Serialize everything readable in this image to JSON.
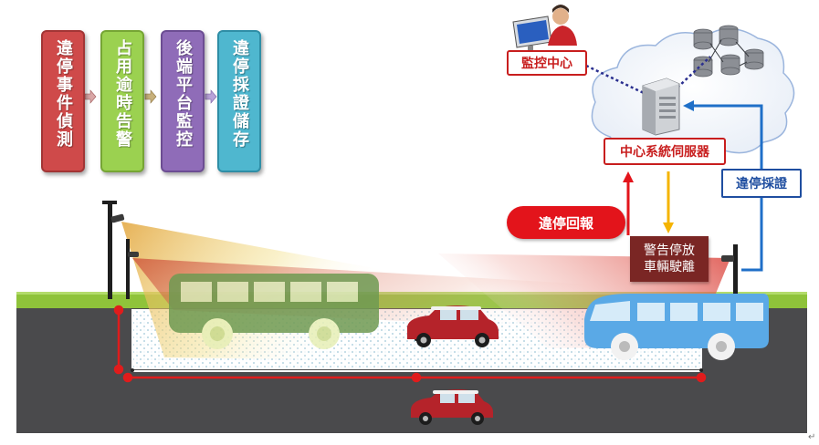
{
  "flow_steps": [
    {
      "label": "違停事件偵測",
      "color": "#cf4a4a",
      "border": "#a23535"
    },
    {
      "label": "占用逾時告警",
      "color": "#9bd150",
      "border": "#76a534"
    },
    {
      "label": "後端平台監控",
      "color": "#8f6cb8",
      "border": "#6c4d93"
    },
    {
      "label": "違停採證儲存",
      "color": "#4fb7cf",
      "border": "#2f8ea6"
    }
  ],
  "labels": {
    "monitor_center": "監控中心",
    "central_server": "中心系統伺服器",
    "violation_evidence": "違停採證",
    "violation_report": "違停回報",
    "warn_line1": "警告停放",
    "warn_line2": "車輛駛離"
  },
  "icons": {
    "flow_arrow": "right-arrow-icon",
    "operator": "operator-icon",
    "server": "server-icon",
    "database": "database-icon",
    "cloud": "cloud-icon",
    "camera": "camera-icon"
  },
  "colors": {
    "red_label_border": "#c81e1e",
    "blue_label": "#1f4ea0",
    "report_bubble": "#e3141b",
    "warn_box": "#7a2624",
    "road": "#4a4a4c",
    "grass": "#8fc33a",
    "zone_line": "#e01c1c",
    "upload_arrow": "#1f6fc8",
    "warn_arrow": "#f5b400"
  }
}
